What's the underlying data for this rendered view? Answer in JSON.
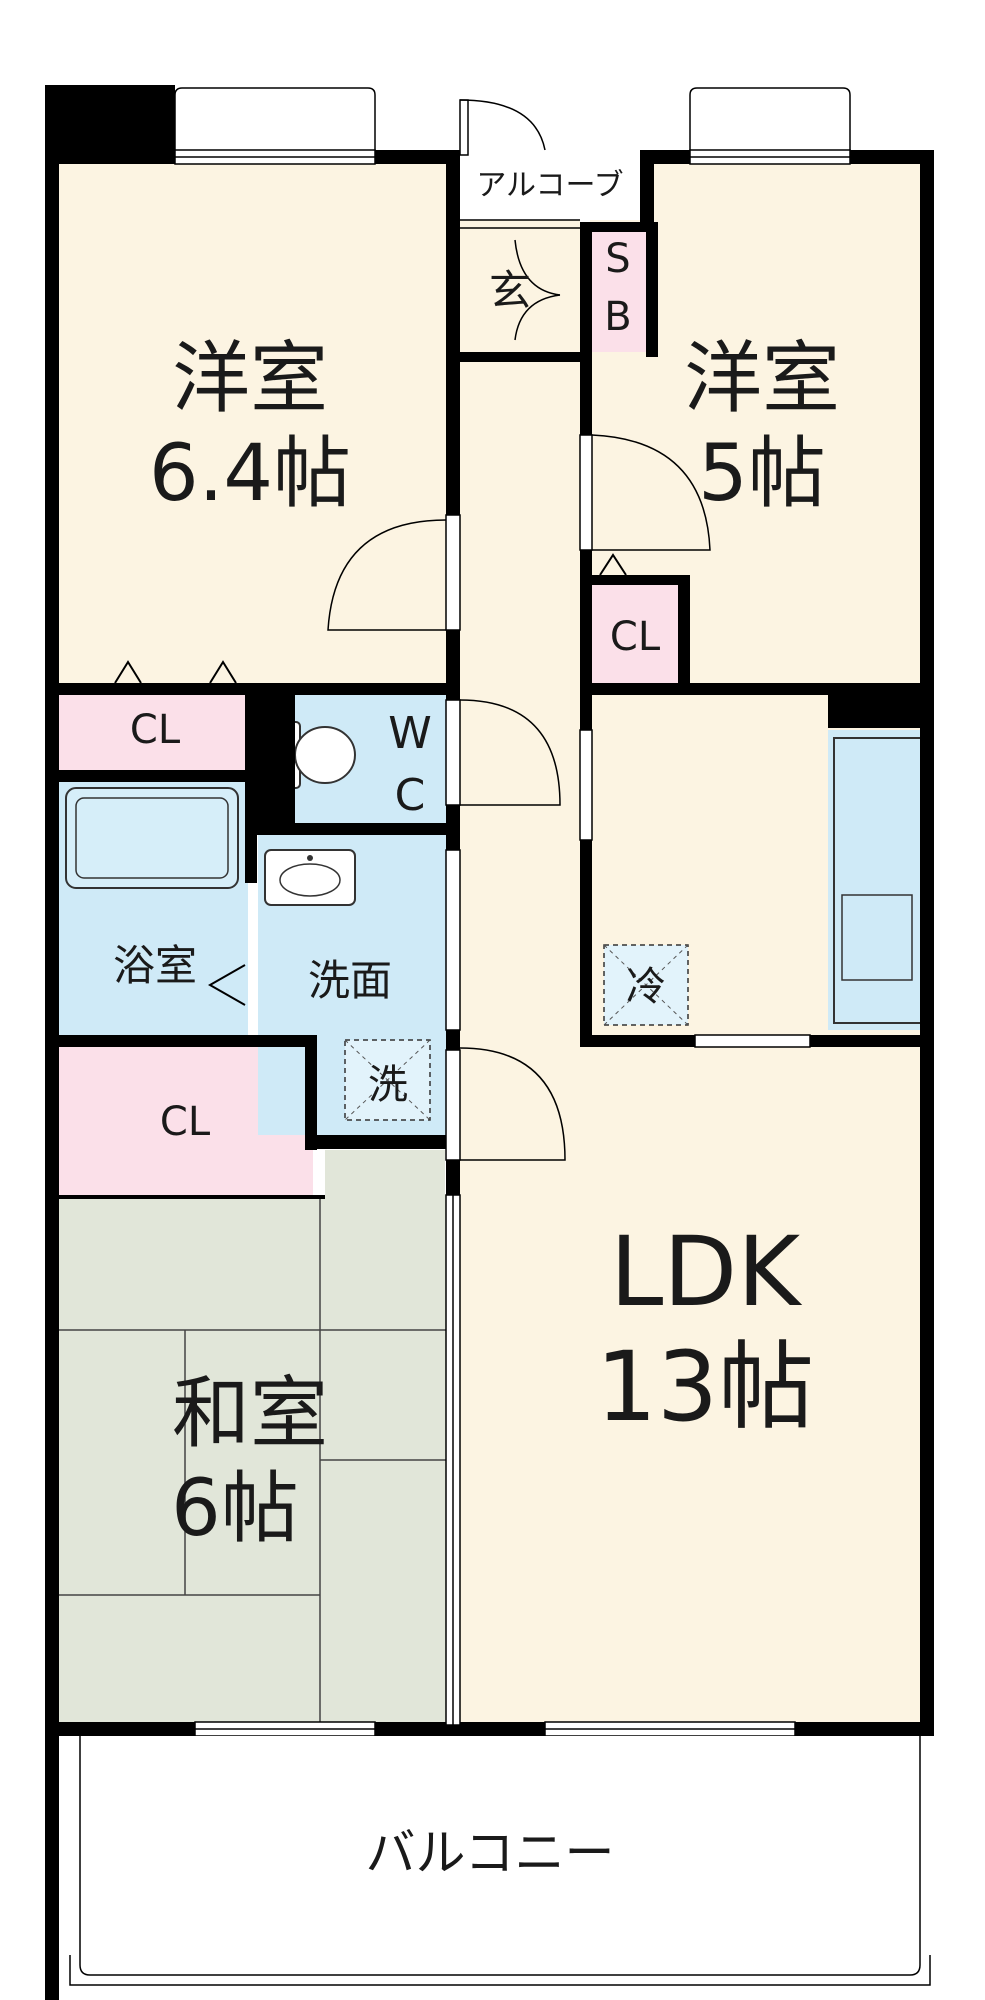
{
  "colors": {
    "room_floor": "#fcf4e2",
    "wet_area": "#cfeaf7",
    "closet": "#fbe0e9",
    "tatami": "#e1e6d9",
    "wall": "#000000",
    "balcony": "#ffffff"
  },
  "rooms": {
    "western_room_1": {
      "name": "洋室",
      "size": "6.4帖"
    },
    "western_room_2": {
      "name": "洋室",
      "size": "5帖"
    },
    "japanese_room": {
      "name": "和室",
      "size": "6帖"
    },
    "ldk": {
      "name": "LDK",
      "size": "13帖"
    }
  },
  "labels": {
    "alcove": "アルコーブ",
    "entrance": "玄",
    "shoebox_s": "S",
    "shoebox_b": "B",
    "closet": "CL",
    "wc_w": "W",
    "wc_c": "C",
    "bath": "浴室",
    "washroom": "洗面",
    "washer": "洗",
    "fridge": "冷",
    "balcony": "バルコニー"
  }
}
